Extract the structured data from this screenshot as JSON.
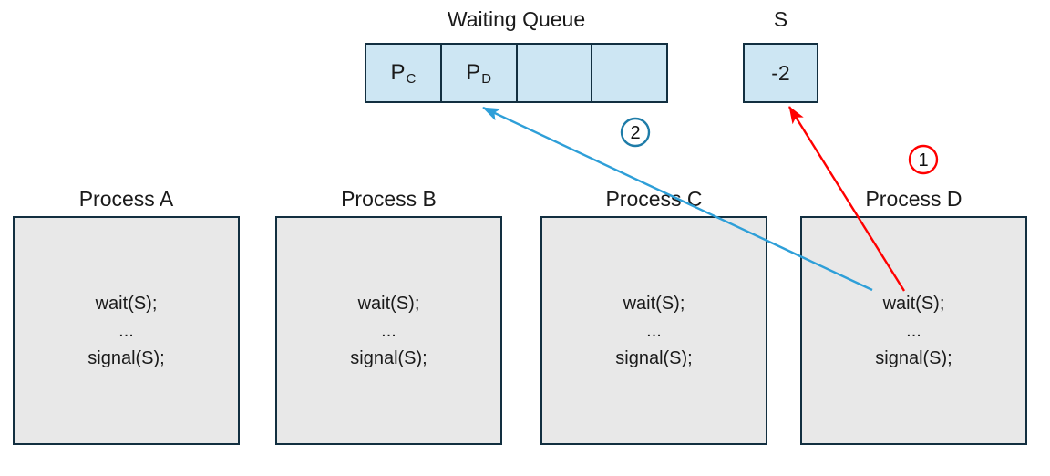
{
  "waiting_queue": {
    "title": "Waiting Queue",
    "cells": [
      {
        "main": "P",
        "sub": "C"
      },
      {
        "main": "P",
        "sub": "D"
      },
      {
        "main": "",
        "sub": ""
      },
      {
        "main": "",
        "sub": ""
      }
    ]
  },
  "semaphore": {
    "label": "S",
    "value": "-2"
  },
  "processes": [
    {
      "title": "Process A",
      "lines": [
        "wait(S);",
        "...",
        "signal(S);"
      ]
    },
    {
      "title": "Process B",
      "lines": [
        "wait(S);",
        "...",
        "signal(S);"
      ]
    },
    {
      "title": "Process C",
      "lines": [
        "wait(S);",
        "...",
        "signal(S);"
      ]
    },
    {
      "title": "Process D",
      "lines": [
        "wait(S);",
        "...",
        "signal(S);"
      ]
    }
  ],
  "annotations": {
    "step1": "1",
    "step2": "2"
  },
  "colors": {
    "box_border": "#122f40",
    "queue_fill": "#cde6f3",
    "process_fill": "#e8e8e8",
    "arrow_red": "#ff0000",
    "arrow_blue": "#2e9fd8",
    "step1_circle": "#ff0000",
    "step2_circle": "#1e7ca8"
  }
}
